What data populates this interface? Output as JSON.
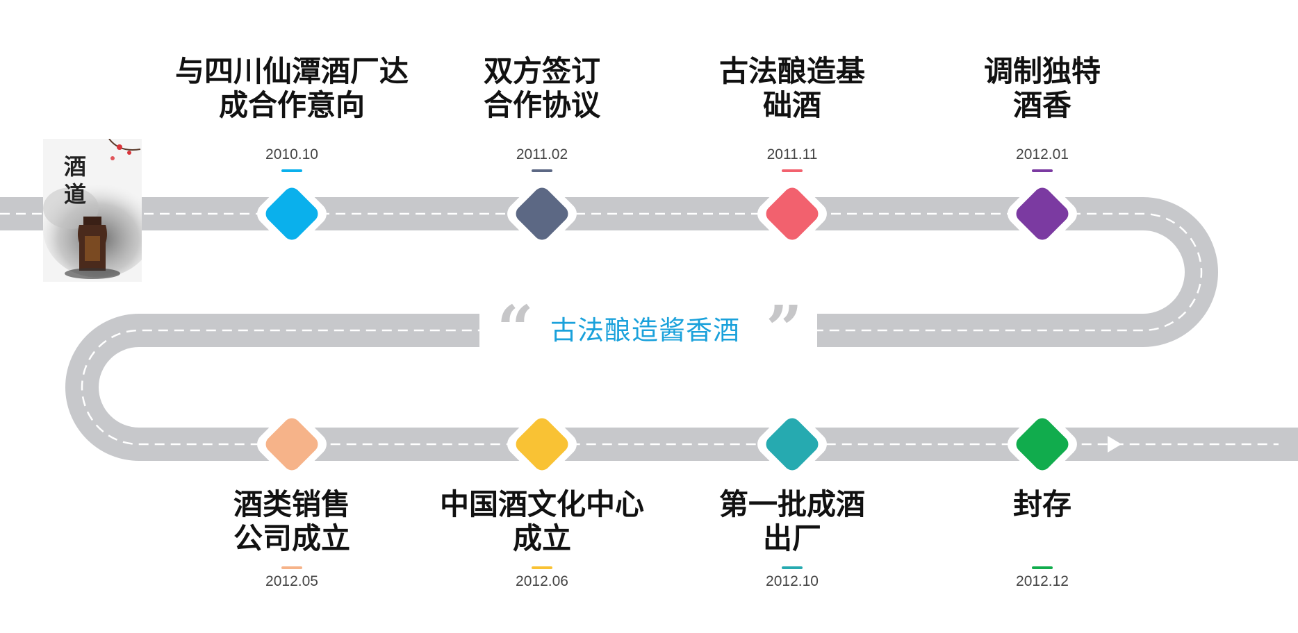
{
  "center_label": {
    "text": "古法酿造酱香酒",
    "color": "#1aa1db"
  },
  "poster": {
    "calligraphy": "酒道"
  },
  "milestones": [
    {
      "title": "与四川仙潭酒厂达\n成合作意向",
      "date": "2010.10",
      "color": "#0ab0ec",
      "row": "top"
    },
    {
      "title": "双方签订\n合作协议",
      "date": "2011.02",
      "color": "#5c6884",
      "row": "top"
    },
    {
      "title": "古法酿造基\n础酒",
      "date": "2011.11",
      "color": "#f2616e",
      "row": "top"
    },
    {
      "title": "调制独特\n酒香",
      "date": "2012.01",
      "color": "#7b3aa1",
      "row": "top"
    },
    {
      "title": "酒类销售\n公司成立",
      "date": "2012.05",
      "color": "#f6b389",
      "row": "bottom"
    },
    {
      "title": "中国酒文化中心\n成立",
      "date": "2012.06",
      "color": "#f9c234",
      "row": "bottom"
    },
    {
      "title": "第一批成酒\n出厂",
      "date": "2012.10",
      "color": "#26aab0",
      "row": "bottom"
    },
    {
      "title": "封存",
      "date": "2012.12",
      "color": "#11ac4d",
      "row": "bottom"
    }
  ],
  "road": {
    "color": "#c7c8cb",
    "dash_color": "#ffffff"
  }
}
